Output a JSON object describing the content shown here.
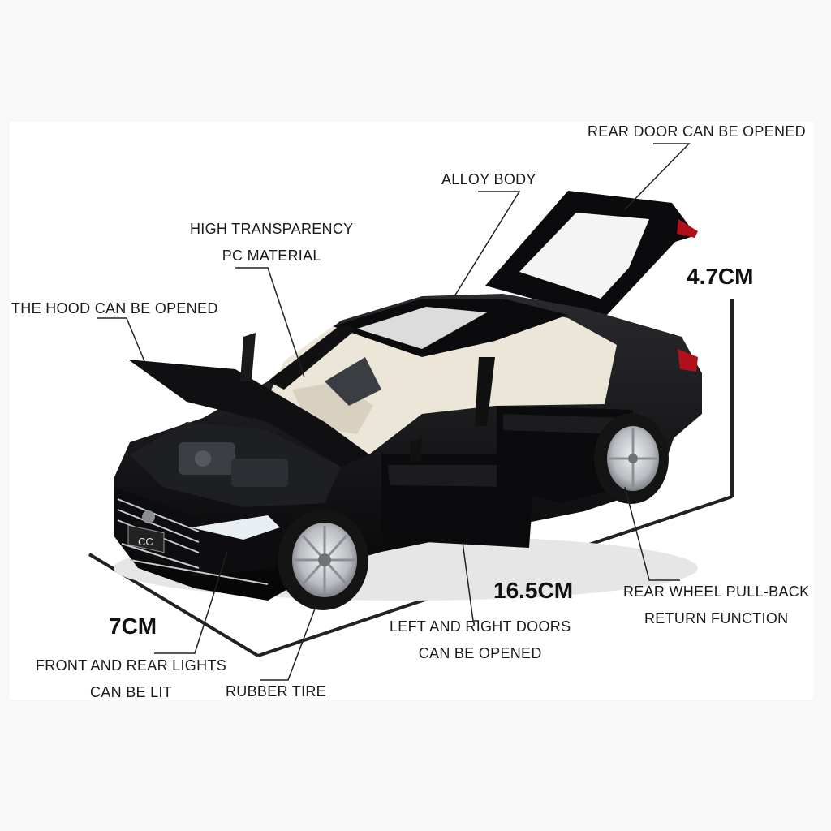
{
  "callouts": {
    "rear_door": "REAR DOOR CAN BE OPENED",
    "alloy_body": "ALLOY BODY",
    "transparency_line1": "HIGH TRANSPARENCY",
    "transparency_line2": "PC MATERIAL",
    "hood": "THE HOOD CAN BE OPENED",
    "rear_wheel_line1": "REAR WHEEL PULL-BACK",
    "rear_wheel_line2": "RETURN FUNCTION",
    "doors_line1": "LEFT AND RIGHT DOORS",
    "doors_line2": "CAN BE OPENED",
    "lights_line1": "FRONT AND REAR LIGHTS",
    "lights_line2": "CAN BE LIT",
    "tire": "RUBBER TIRE"
  },
  "dimensions": {
    "height": "4.7CM",
    "length": "16.5CM",
    "width": "7CM"
  },
  "plate": "CC",
  "colors": {
    "body": "#0b0b0d",
    "interior": "#ece6d8",
    "rim": "#c9cbcf",
    "taillight": "#b0101a",
    "line": "#222222"
  }
}
